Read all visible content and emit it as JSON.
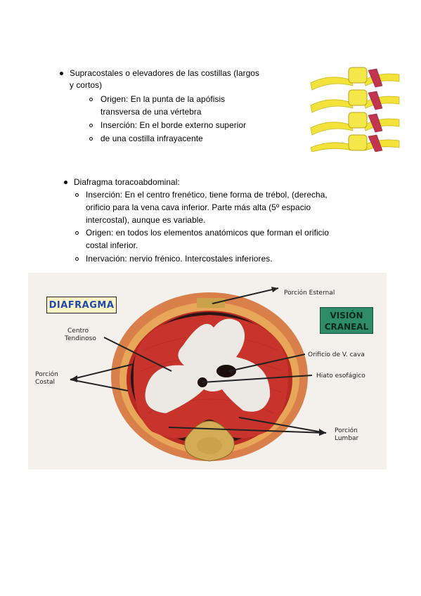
{
  "section1": {
    "bullet_line1": "Supracostales o elevadores de las costillas (largos",
    "bullet_line2": "y cortos)",
    "items": [
      {
        "line1": "Origen: En la punta de la apófisis",
        "line2": "transversa de una vértebra"
      },
      {
        "line1": "Inserción: En el borde externo superior"
      },
      {
        "line1": "de una costilla infrayacente"
      }
    ]
  },
  "section2": {
    "bullet": "Diafragma toracoabdominal:",
    "items": [
      {
        "line1": "Inserción: En el centro frenético, tiene forma de trébol, (derecha,",
        "line2": "orificio para la vena cava inferior. Parte más alta (5º espacio",
        "line3": "intercostal), aunque es variable."
      },
      {
        "line1": "Origen: en todos los elementos anatómicos que forman el orificio",
        "line2": "costal inferior."
      },
      {
        "line1": "Inervación: nervio frénico. Intercostales inferiores."
      }
    ]
  },
  "figure": {
    "title": "DIAFRAGMA",
    "vision_line1": "VISIÓN",
    "vision_line2": "CRANEAL",
    "labels": {
      "porcion_esternal": "Porción Esternal",
      "centro_line1": "Centro",
      "centro_line2": "Tendinoso",
      "porcion_costal_line1": "Porción",
      "porcion_costal_line2": "Costal",
      "orificio_cava": "Orificio de V. cava",
      "hiato": "Hiato esofágico",
      "porcion_lumbar_line1": "Porción",
      "porcion_lumbar_line2": "Lumbar"
    },
    "colors": {
      "muscle": "#c8332c",
      "tendon": "#ece8e4",
      "bone": "#c9a24a",
      "title_text": "#1e4bb0",
      "vision_bg": "#2e8c6a"
    }
  }
}
